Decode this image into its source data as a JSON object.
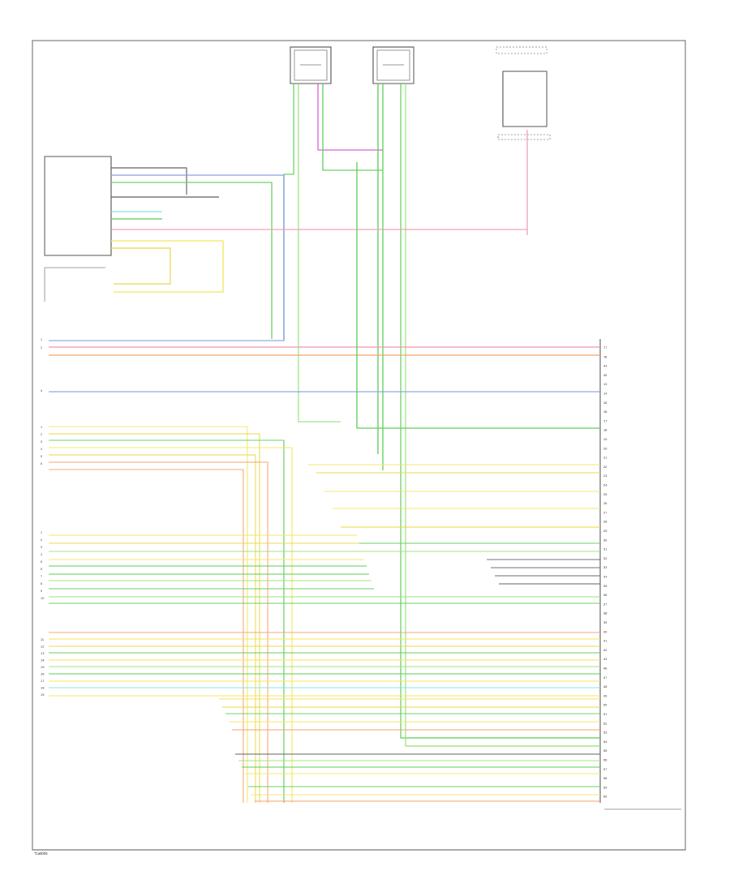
{
  "diagram": {
    "colors": {
      "yellow": "#f5e663",
      "yellow_dark": "#e8d84a",
      "orange": "#f5a36a",
      "green": "#5fcf5a",
      "green_light": "#9be07a",
      "cyan": "#7ee3e8",
      "blue": "#8aa0e8",
      "pink": "#f29bb5",
      "magenta": "#d86ad8",
      "gray": "#666666",
      "frame": "#444444"
    },
    "left_pins_group1": [
      "1",
      "2"
    ],
    "left_pins_group2": [
      "4"
    ],
    "left_pins_group3": [
      "1",
      "2",
      "3",
      "4",
      "5",
      "6"
    ],
    "left_pins_group4": [
      "1",
      "2",
      "3",
      "4",
      "5",
      "6",
      "7",
      "8",
      "9",
      "10"
    ],
    "left_pins_group5": [
      "11",
      "12",
      "13",
      "14",
      "15",
      "16",
      "17",
      "18",
      "19"
    ],
    "right_codes": [
      "77",
      "78",
      "44",
      "45",
      "13",
      "14",
      "15",
      "16",
      "17",
      "18",
      "19",
      "20",
      "21",
      "22",
      "23",
      "24",
      "25",
      "26",
      "27",
      "28",
      "29",
      "30",
      "31",
      "32",
      "33",
      "34",
      "35",
      "36",
      "37",
      "38",
      "39",
      "40",
      "41",
      "42",
      "43",
      "46",
      "47",
      "48",
      "49",
      "50",
      "51",
      "52",
      "53",
      "54",
      "55",
      "56",
      "57",
      "58",
      "59",
      "60"
    ],
    "footer_code": "T1a8005"
  }
}
